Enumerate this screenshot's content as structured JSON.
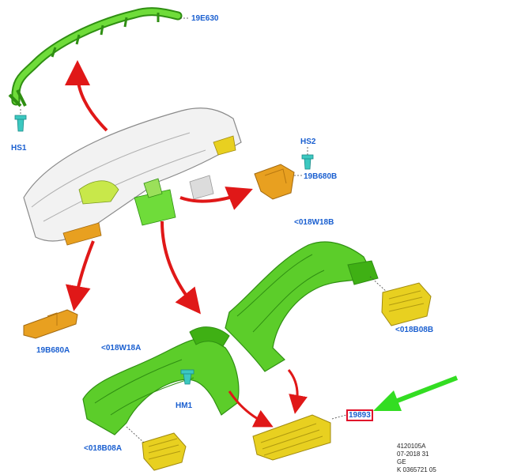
{
  "labels": {
    "rail_top": "19E630",
    "hs1": "HS1",
    "hs2": "HS2",
    "bracket_right": "19B680B",
    "bracket_left": "19B680A",
    "duct_right": "<018W18B",
    "vent_right": "<018B08B",
    "duct_left": "<018W18A",
    "hm1": "HM1",
    "vent_center": "19893",
    "vent_left": "<018B08A"
  },
  "meta": {
    "line1": "4120105A",
    "line2": "07-2018 31",
    "line3": "GE",
    "line4": "K 0365721 05"
  },
  "colors": {
    "green": "#5ccd2a",
    "green_dark": "#2f8f12",
    "yellow": "#e8d020",
    "orange": "#e8a020",
    "teal": "#3cc8c0",
    "arrow_red": "#e01818",
    "arrow_green": "#33dd22",
    "label_blue": "#1a5fd0"
  }
}
